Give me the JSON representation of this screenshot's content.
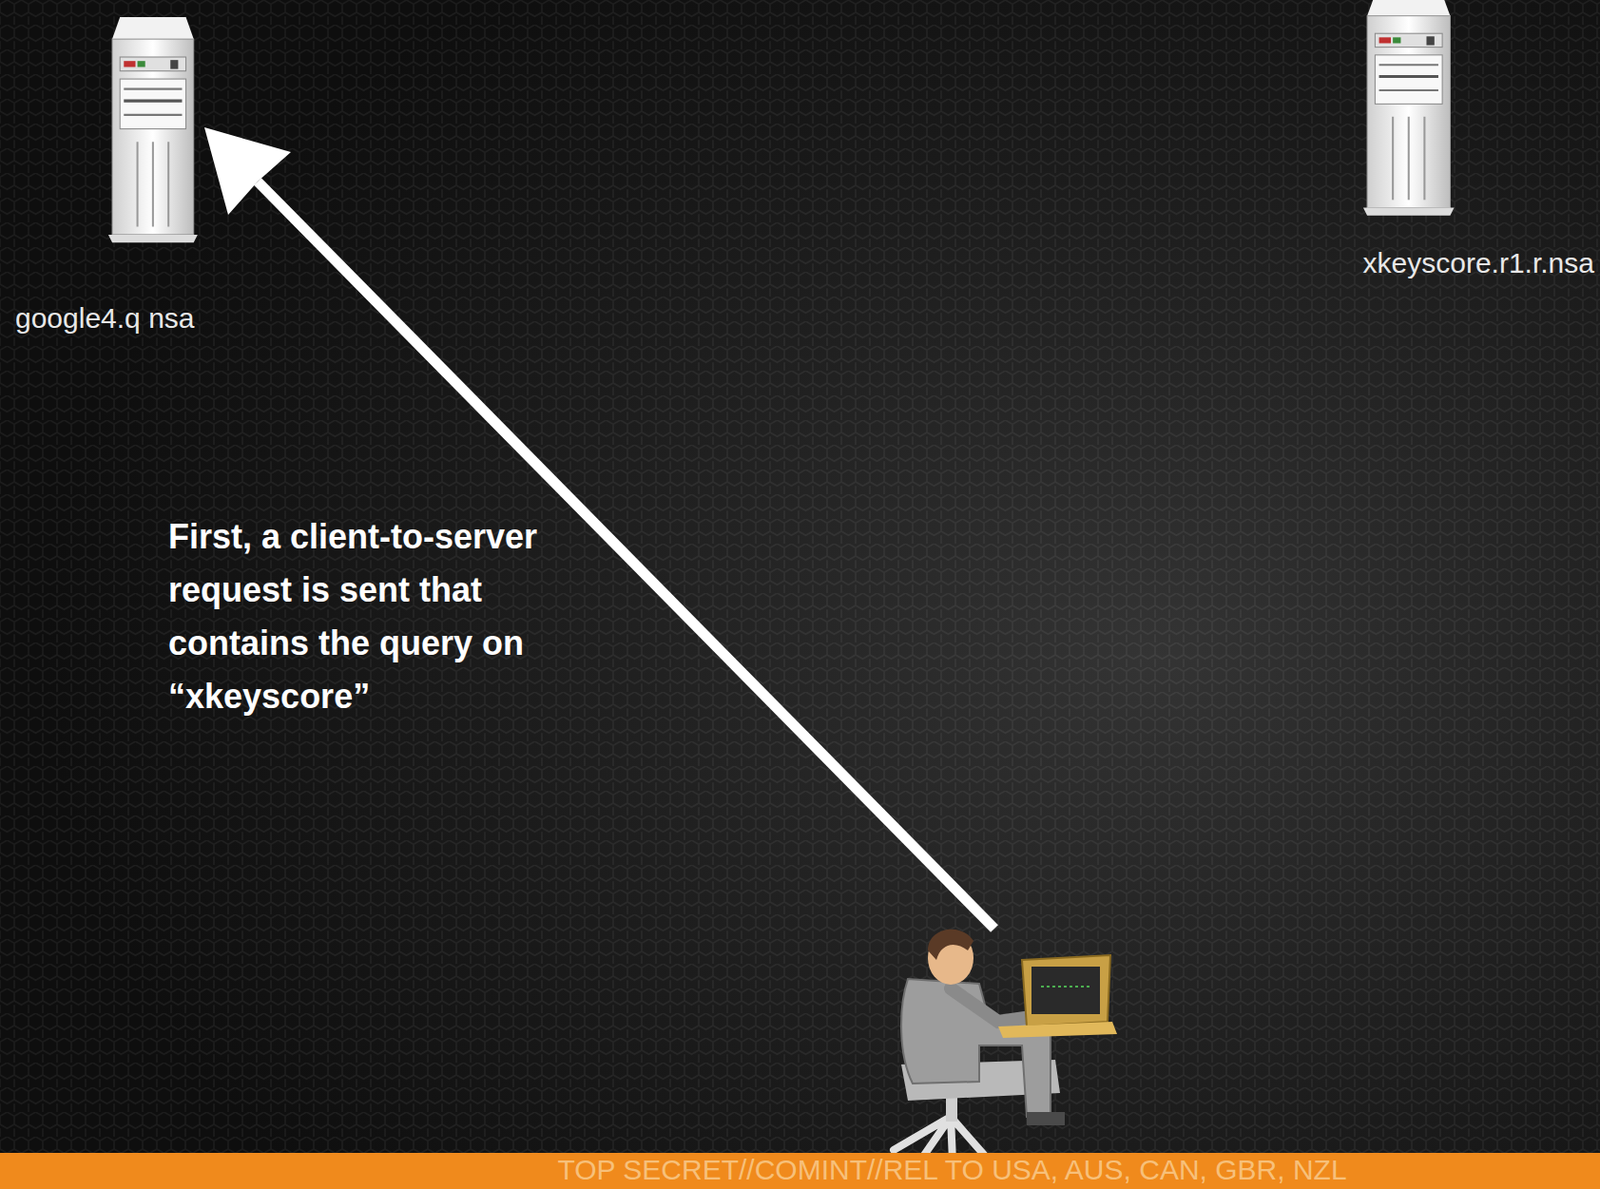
{
  "diagram": {
    "nodes": [
      {
        "text": [
          "google4.q nsa"
        ]
      },
      {
        "text": [
          "xkeyscore.r1.r.nsa"
        ]
      }
    ],
    "labels": [
      "First, a client-to-server request is sent that contains the query on “xkeyscore”",
      "TOP SECRET//COMINT//REL TO USA, AUS, CAN, GBR, NZL"
    ]
  }
}
